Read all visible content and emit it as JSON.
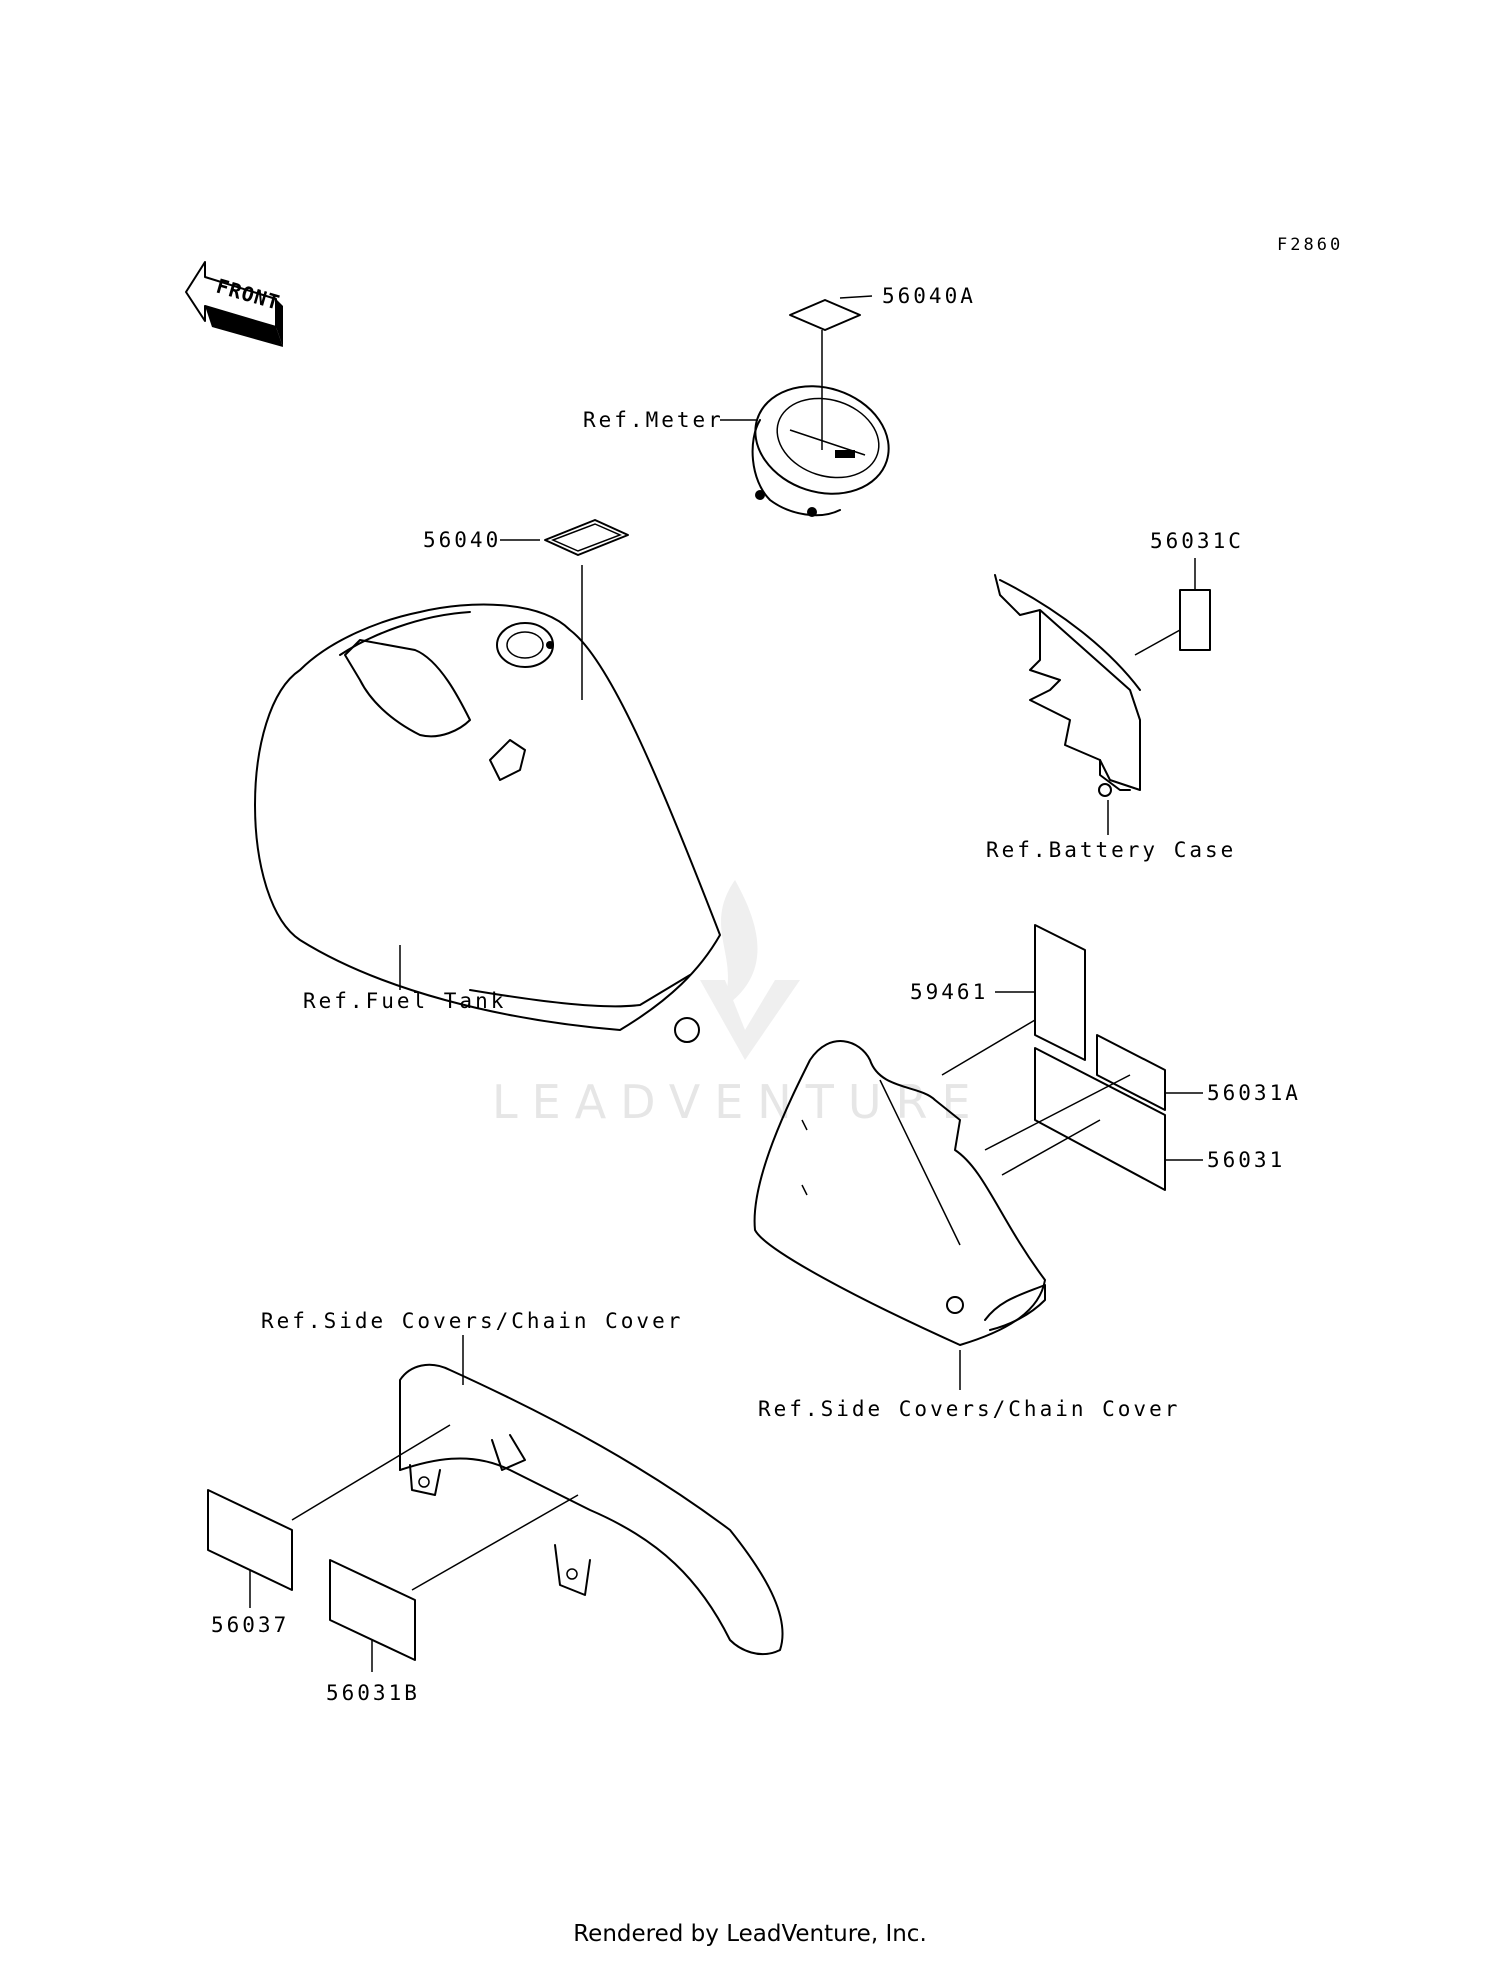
{
  "figure_code": "F2860",
  "front_arrow_label": "FRONT",
  "watermark": "LEADVENTURE",
  "callouts": {
    "p56040A": "56040A",
    "ref_meter": "Ref.Meter",
    "p56040": "56040",
    "p56031C": "56031C",
    "ref_battery_case": "Ref.Battery Case",
    "ref_fuel_tank": "Ref.Fuel Tank",
    "p59461": "59461",
    "p56031A": "56031A",
    "p56031": "56031",
    "ref_side_covers_left": "Ref.Side Covers/Chain Cover",
    "ref_side_covers_right": "Ref.Side Covers/Chain Cover",
    "p56037": "56037",
    "p56031B": "56031B"
  },
  "footer": "Rendered by LeadVenture, Inc."
}
